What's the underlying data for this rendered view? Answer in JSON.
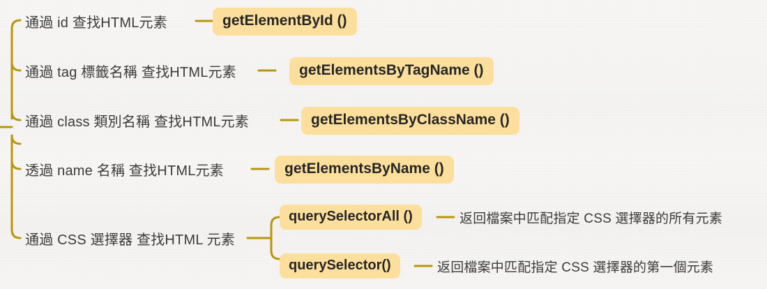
{
  "diagram": {
    "type": "mind-map",
    "title_text": "",
    "colors": {
      "background": "#f6f5f3",
      "connector": "#b8960b",
      "pill_background": "#fcdf9c",
      "pill_text": "#262626",
      "label_text": "#3b3b39"
    },
    "root_stub": "root-connector-stub",
    "branches": [
      {
        "id": "by-id",
        "label": "通過 id 查找HTML元素",
        "method": "getElementById ()",
        "children": []
      },
      {
        "id": "by-tag",
        "label": "通過 tag 標籤名稱 查找HTML元素",
        "method": "getElementsByTagName ()",
        "children": []
      },
      {
        "id": "by-class",
        "label": "通過 class 類別名稱 查找HTML元素",
        "method": "getElementsByClassName ()",
        "children": []
      },
      {
        "id": "by-name",
        "label": "透過 name 名稱 查找HTML元素",
        "method": "getElementsByName ()",
        "children": []
      },
      {
        "id": "by-css-selector",
        "label": "通過 CSS 選擇器 查找HTML 元素",
        "method": "",
        "children": [
          {
            "id": "query-selector-all",
            "method": "querySelectorAll ()",
            "description": "返回檔案中匹配指定 CSS 選擇器的所有元素"
          },
          {
            "id": "query-selector",
            "method": "querySelector()",
            "description": "返回檔案中匹配指定 CSS 選擇器的第一個元素"
          }
        ]
      }
    ]
  }
}
